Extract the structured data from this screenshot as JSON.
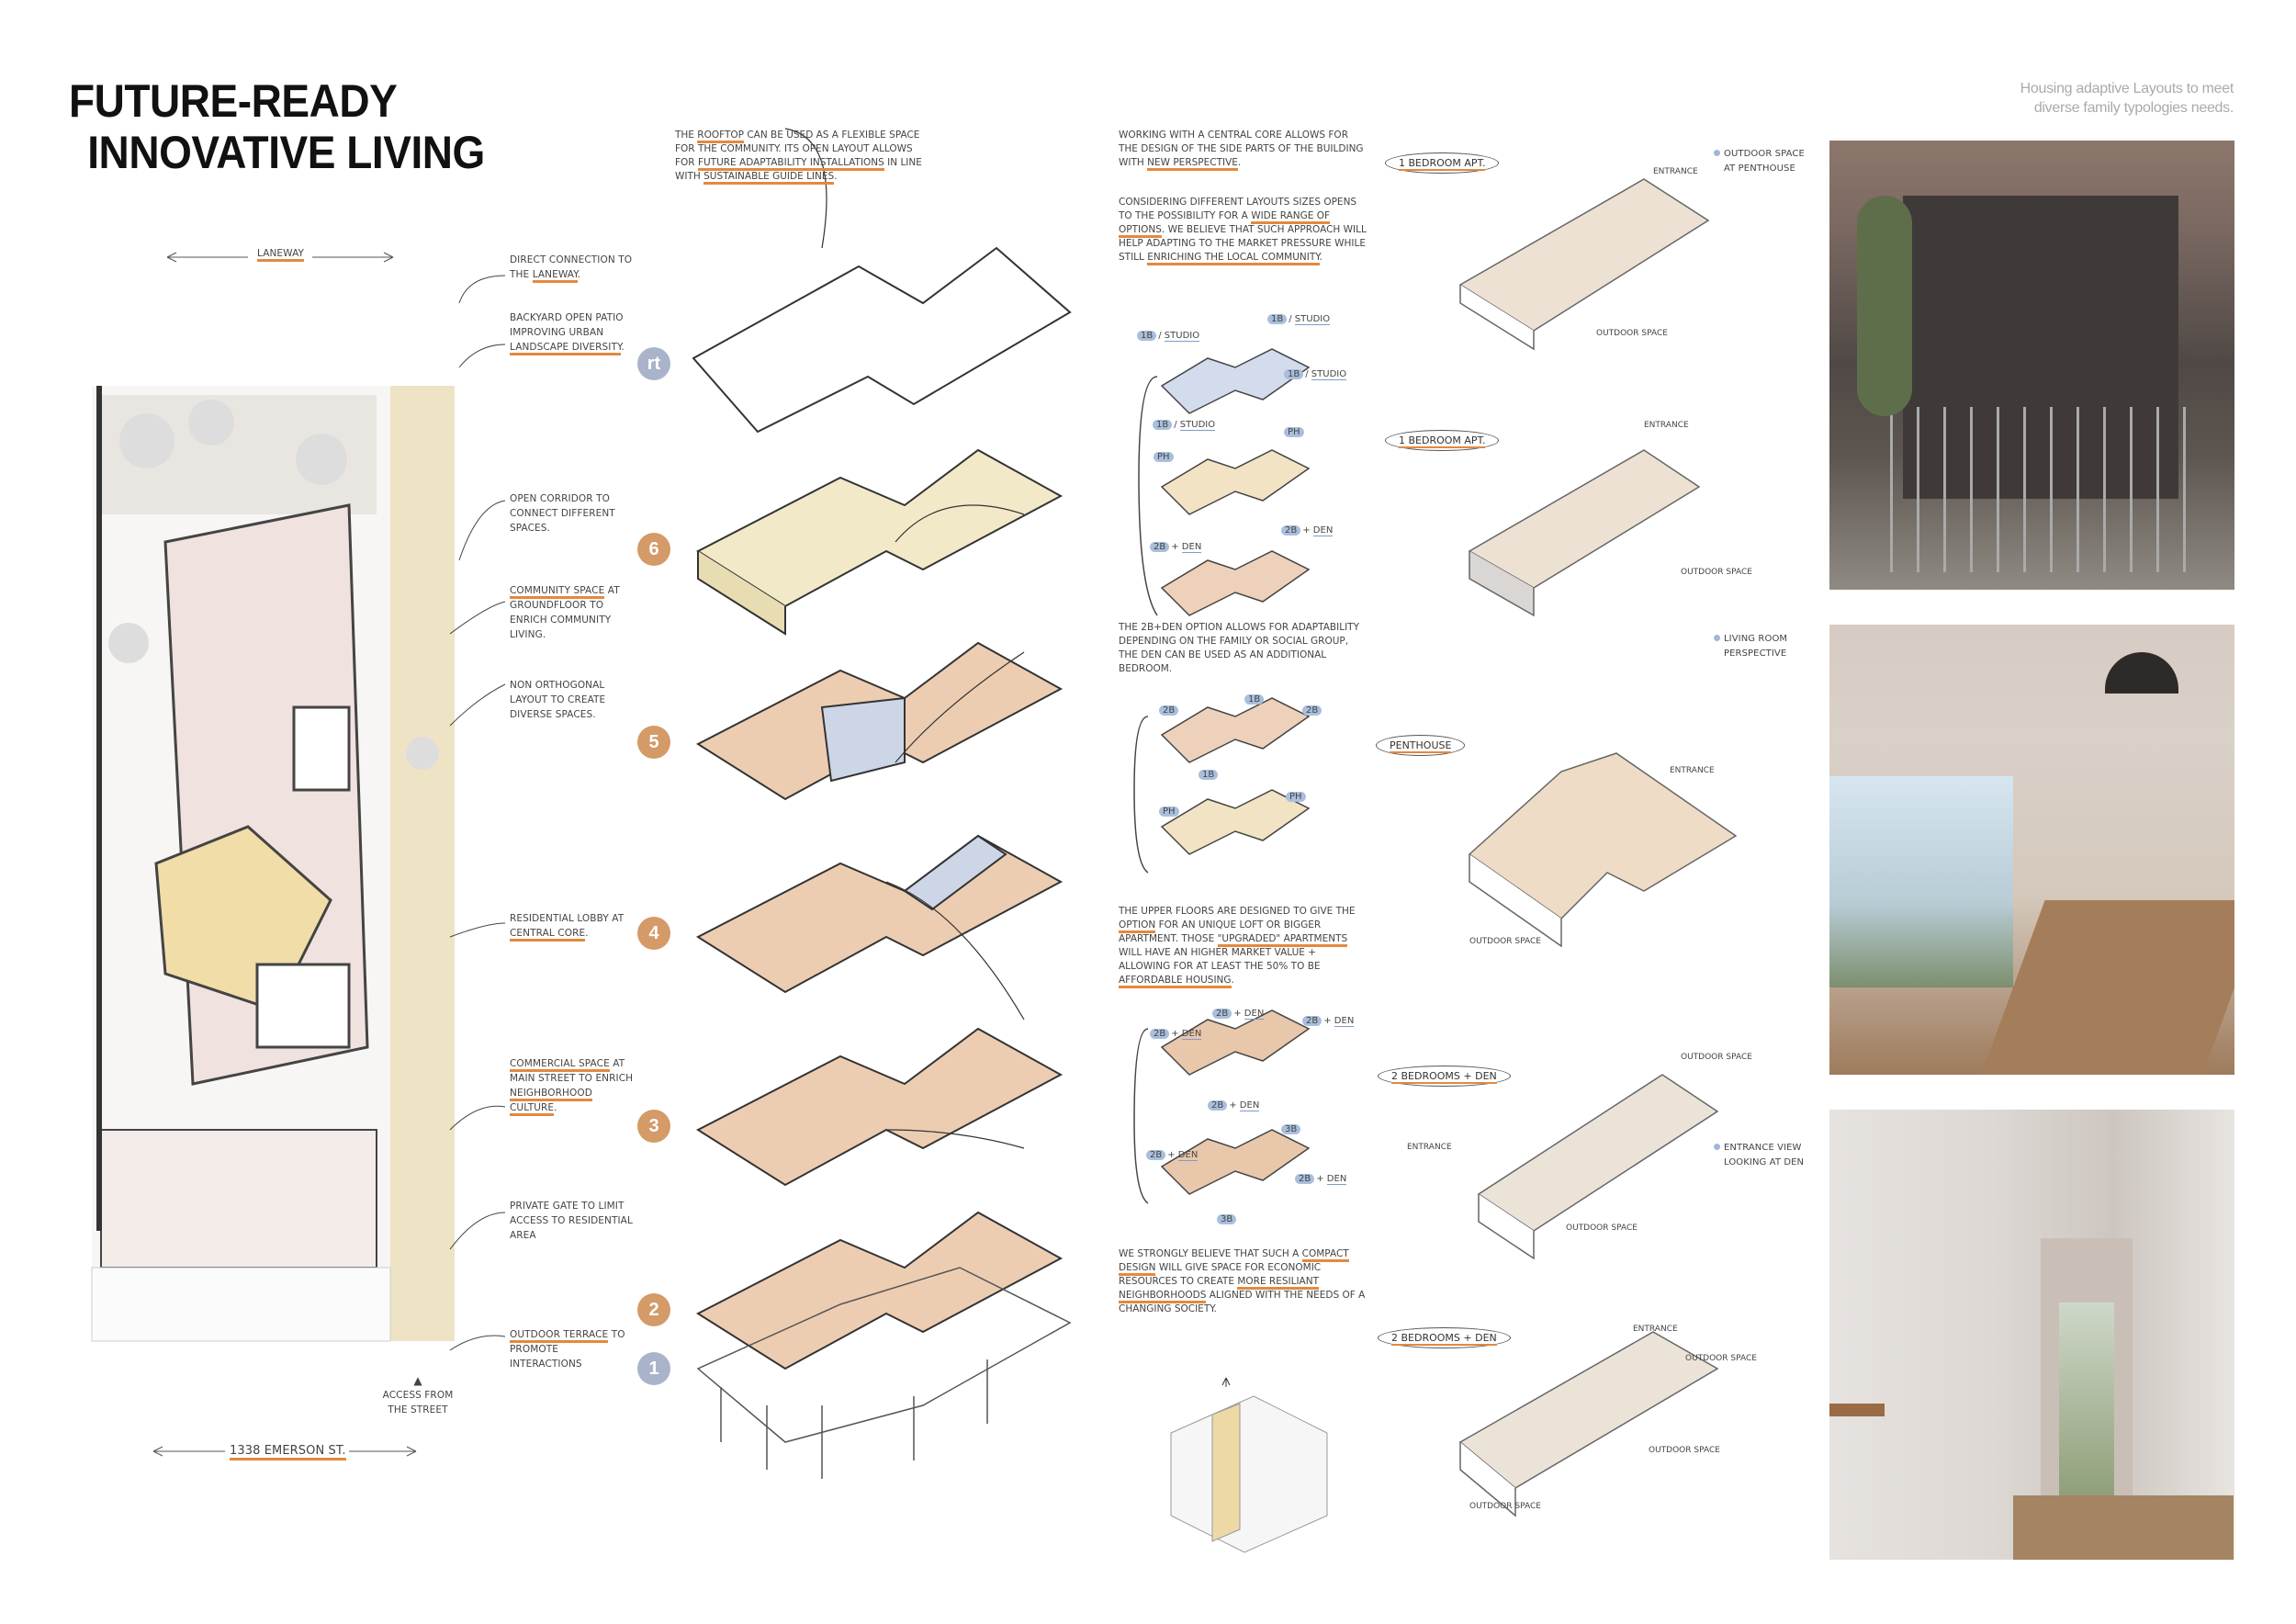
{
  "title": {
    "line1": "FUTURE-READY",
    "line2": "INNOVATIVE LIVING"
  },
  "caption_top_right": {
    "line1": "Housing adaptive Layouts to meet",
    "line2": "diverse family typologies needs."
  },
  "site": {
    "laneway": "LANEWAY",
    "address": "1338 EMERSON St.",
    "access": {
      "line1": "ACCESS FROM",
      "line2": "THE STREET"
    }
  },
  "site_notes": [
    [
      {
        "t": "DIRECT CONNECTION TO THE "
      },
      {
        "t": "LANEWAY",
        "u": true
      },
      {
        "t": "."
      }
    ],
    [
      {
        "t": "BACKYARD OPEN PATIO IMPROVING URBAN "
      },
      {
        "t": "LANDSCAPE DIVERSITY",
        "u": true
      },
      {
        "t": "."
      }
    ],
    [
      {
        "t": "OPEN CORRIDOR TO CONNECT DIFFERENT SPACES."
      }
    ],
    [
      {
        "t": "COMMUNITY SPACE",
        "u": true
      },
      {
        "t": " AT GROUNDFLOOR TO ENRICH COMMUNITY LIVING."
      }
    ],
    [
      {
        "t": "NON ORTHOGONAL LAYOUT TO CREATE DIVERSE SPACES."
      }
    ],
    [
      {
        "t": "RESIDENTIAL LOBBY AT "
      },
      {
        "t": "CENTRAL CORE",
        "u": true
      },
      {
        "t": "."
      }
    ],
    [
      {
        "t": "COMMERCIAL SPACE",
        "u": true
      },
      {
        "t": " AT MAIN STREET TO ENRICH "
      },
      {
        "t": "NEIGHBORHOOD CULTURE",
        "u": true
      },
      {
        "t": "."
      }
    ],
    [
      {
        "t": "PRIVATE GATE TO LIMIT ACCESS TO RESIDENTIAL AREA"
      }
    ],
    [
      {
        "t": "OUTDOOR TERRACE",
        "u": true
      },
      {
        "t": " TO PROMOTE INTERACTIONS"
      }
    ]
  ],
  "floors": [
    "rt",
    "6",
    "5",
    "4",
    "3",
    "2",
    "1"
  ],
  "paragraphs": {
    "rooftop": [
      {
        "t": "THE "
      },
      {
        "t": "ROOFTOP",
        "u": true
      },
      {
        "t": " CAN BE USED AS A FLEXIBLE SPACE FOR THE COMMUNITY. ITS OPEN LAYOUT ALLOWS FOR "
      },
      {
        "t": "FUTURE ADAPTABILITY INSTALLATIONS",
        "u": true
      },
      {
        "t": " IN LINE WITH "
      },
      {
        "t": "SUSTAINABLE GUIDE LINES",
        "u": true
      },
      {
        "t": "."
      }
    ],
    "core": [
      {
        "t": "WORKING WITH A CENTRAL CORE ALLOWS FOR THE DESIGN OF THE SIDE PARTS OF THE BUILDING WITH "
      },
      {
        "t": "NEW PERSPECTIVE",
        "u": true
      },
      {
        "t": "."
      }
    ],
    "layouts": [
      {
        "t": "CONSIDERING DIFFERENT LAYOUTS SIZES OPENS TO THE POSSIBILITY FOR A "
      },
      {
        "t": "WIDE RANGE OF OPTIONS",
        "u": true
      },
      {
        "t": ". WE BELIEVE THAT SUCH APPROACH WILL HELP ADAPTING TO THE MARKET PRESSURE WHILE STILL "
      },
      {
        "t": "ENRICHING THE LOCAL COMMUNITY",
        "u": true
      },
      {
        "t": "."
      }
    ],
    "den": [
      {
        "t": "THE 2B+DEN OPTION ALLOWS FOR ADAPTABILITY DEPENDING ON THE FAMILY OR SOCIAL GROUP, THE DEN CAN BE USED AS AN ADDITIONAL BEDROOM."
      }
    ],
    "upper": [
      {
        "t": "THE UPPER FLOORS ARE DESIGNED TO GIVE THE "
      },
      {
        "t": "OPTION",
        "u": true
      },
      {
        "t": " FOR AN UNIQUE LOFT OR BIGGER APARTMENT. THOSE "
      },
      {
        "t": "\"UPGRADED\" APARTMENTS",
        "u": true
      },
      {
        "t": " WILL HAVE AN HIGHER MARKET VALUE + ALLOWING FOR AT LEAST THE 50% TO BE "
      },
      {
        "t": "AFFORDABLE HOUSING",
        "u": true
      },
      {
        "t": "."
      }
    ],
    "compact": [
      {
        "t": "WE STRONGLY BELIEVE THAT SUCH A "
      },
      {
        "t": "COMPACT DESIGN",
        "u": true
      },
      {
        "t": " WILL GIVE SPACE FOR ECONOMIC RESOURCES TO CREATE "
      },
      {
        "t": "MORE RESILIANT NEIGHBORHOODS",
        "u": true
      },
      {
        "t": " ALIGNED WITH THE NEEDS OF A CHANGING SOCIETY."
      }
    ]
  },
  "typology_tags": {
    "studio": [
      "1B",
      "STUDIO"
    ],
    "ph": "PH",
    "den": [
      "2B",
      "DEN"
    ],
    "b1": "1B",
    "b2": "2B",
    "b3": "3B"
  },
  "apartments": [
    {
      "label": "1 BEDROOM APT.",
      "entrance": "ENTRANCE",
      "outdoor": "OUTDOOR SPACE"
    },
    {
      "label": "1 BEDROOM APT.",
      "entrance": "ENTRANCE",
      "outdoor": "OUTDOOR SPACE"
    },
    {
      "label": "PENTHOUSE",
      "entrance": "ENTRANCE",
      "outdoor": "OUTDOOR SPACE"
    },
    {
      "label": "2 BEDROOMS + DEN",
      "entrance": "ENTRANCE",
      "outdoor": "OUTDOOR SPACE"
    },
    {
      "label": "2 BEDROOMS + DEN",
      "entrance": "ENTRANCE",
      "outdoor": "OUTDOOR SPACE"
    }
  ],
  "photo_captions": [
    {
      "line1": "OUTDOOR SPACE",
      "line2": "AT PENTHOUSE"
    },
    {
      "line1": "LIVING ROOM",
      "line2": "PERSPECTIVE"
    },
    {
      "line1": "ENTRANCE VIEW",
      "line2": "LOOKING AT DEN"
    }
  ],
  "colors": {
    "accent_orange": "#e3893f",
    "floor_orange": "#d49a67",
    "floor_blue": "#a9b4cb",
    "tag_blue": "#a9bfdc"
  }
}
